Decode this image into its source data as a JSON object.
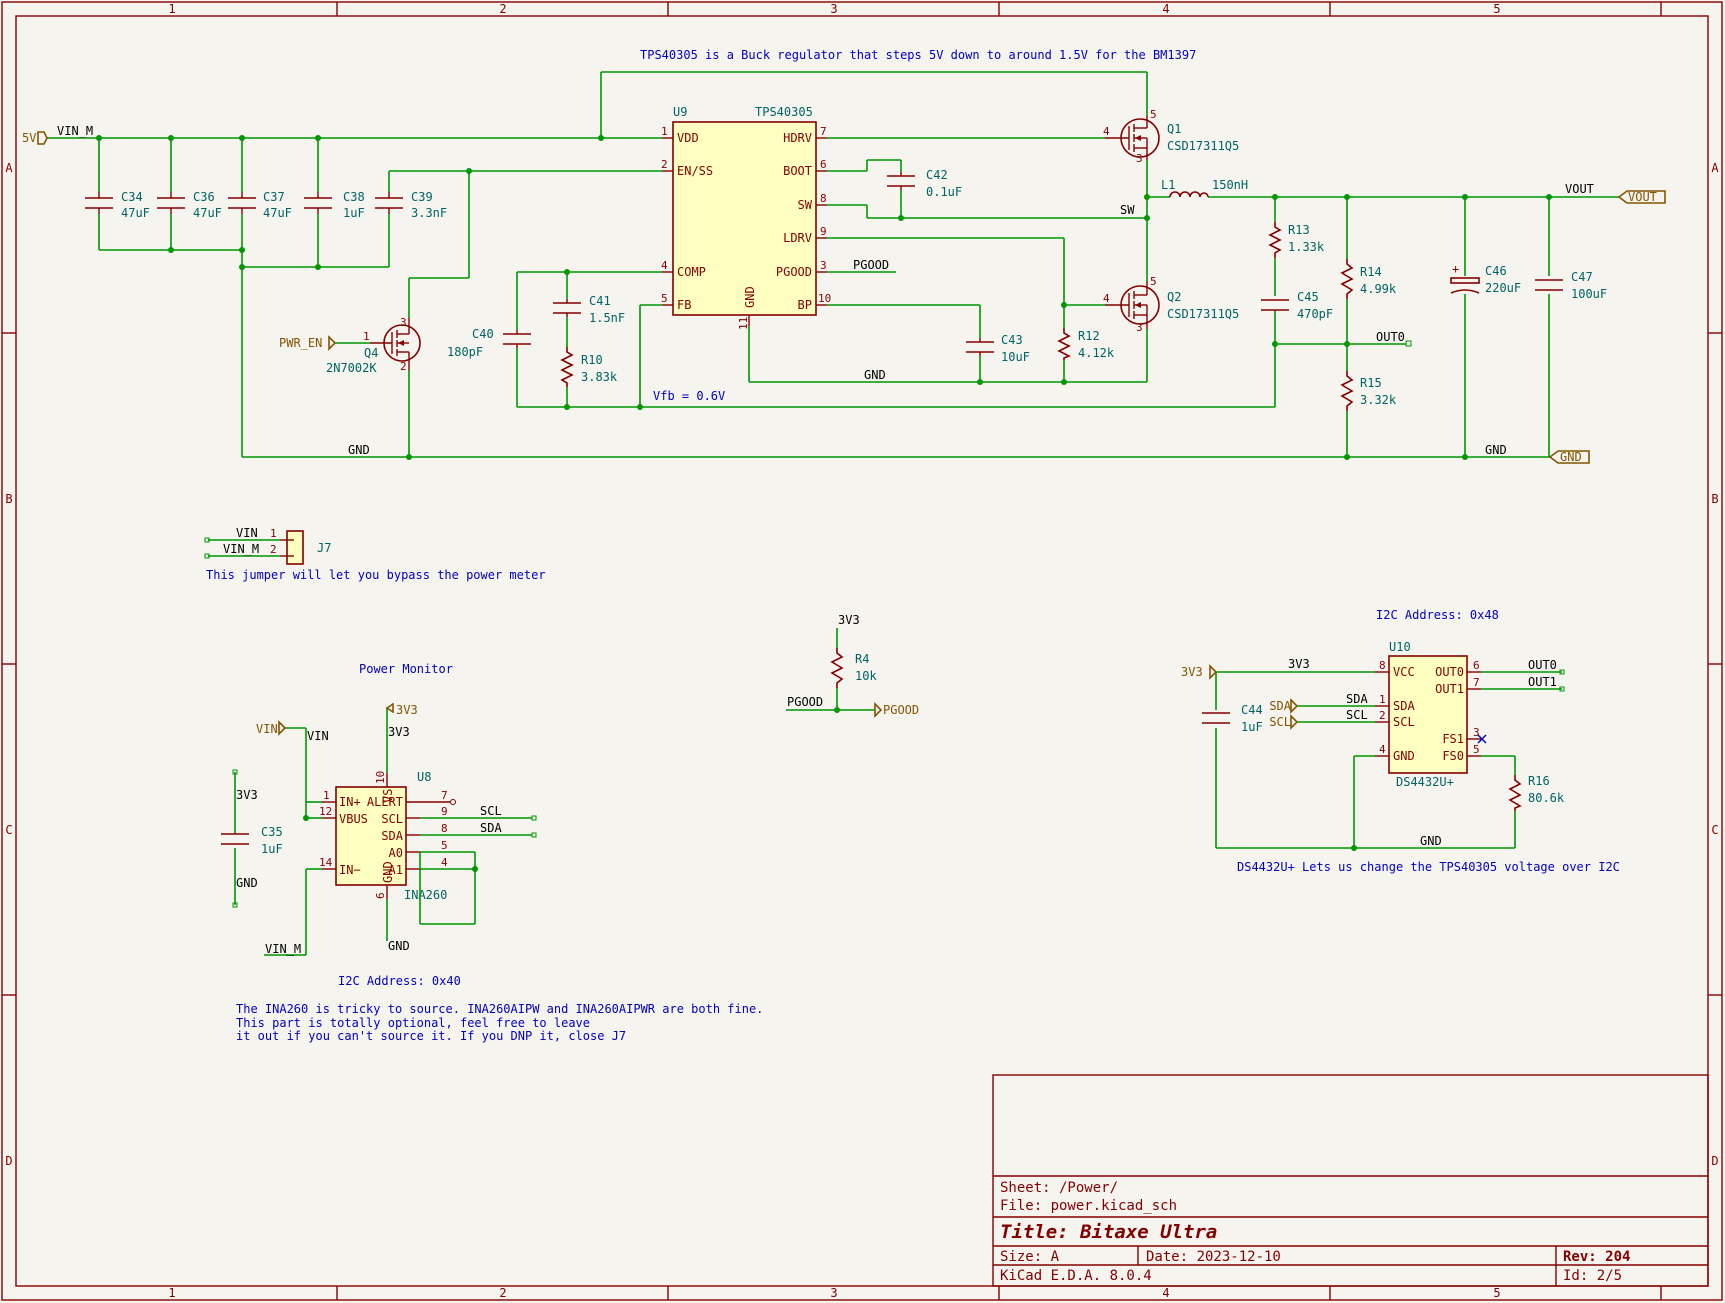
{
  "notes": {
    "buck": "TPS40305 is a Buck regulator that steps 5V down to around 1.5V for the BM1397",
    "vfb": "Vfb = 0.6V",
    "jumper": "This jumper will let you bypass the power meter",
    "power_monitor": "Power Monitor",
    "ina_addr": "I2C Address: 0x40",
    "ina_note1": "The INA260 is tricky to source. INA260AIPW and INA260AIPWR are both fine.",
    "ina_note2": "This part is totally optional, feel free to leave",
    "ina_note3": "it out if you can't source it. If you DNP it, close J7",
    "ds_addr": "I2C Address: 0x48",
    "ds_note": "DS4432U+ Lets us change the TPS40305 voltage over I2C"
  },
  "frame": {
    "cols": [
      "1",
      "2",
      "3",
      "4",
      "5"
    ],
    "rows": [
      "A",
      "B",
      "C",
      "D"
    ]
  },
  "nets": {
    "vin_m": "VIN_M",
    "gnd": "GND",
    "sw": "SW",
    "vout": "VOUT",
    "pgood": "PGOOD",
    "out0": "OUT0",
    "out1": "OUT1",
    "v3v3": "3V3",
    "scl": "SCL",
    "sda": "SDA",
    "vin": "VIN"
  },
  "glabels": {
    "v5": "5V",
    "vout": "VOUT",
    "gnd": "GND",
    "pwr_en": "PWR_EN",
    "pgood": "PGOOD",
    "v3v3": "3V3",
    "vin": "VIN",
    "sda": "SDA",
    "scl": "SCL"
  },
  "u9": {
    "ref": "U9",
    "value": "TPS40305",
    "left_pins": [
      {
        "num": "1",
        "name": "VDD"
      },
      {
        "num": "2",
        "name": "EN/SS"
      },
      {
        "num": "4",
        "name": "COMP"
      },
      {
        "num": "5",
        "name": "FB"
      }
    ],
    "right_pins": [
      {
        "num": "7",
        "name": "HDRV"
      },
      {
        "num": "6",
        "name": "BOOT"
      },
      {
        "num": "8",
        "name": "SW"
      },
      {
        "num": "9",
        "name": "LDRV"
      },
      {
        "num": "3",
        "name": "PGOOD"
      },
      {
        "num": "10",
        "name": "BP"
      }
    ],
    "bottom_pin": {
      "num": "11",
      "name": "GND"
    }
  },
  "u8": {
    "ref": "U8",
    "value": "INA260",
    "left_pins": [
      {
        "num": "1",
        "name": "IN+"
      },
      {
        "num": "12",
        "name": "VBUS"
      },
      {
        "num": "14",
        "name": "IN−"
      }
    ],
    "right_pins": [
      {
        "num": "7",
        "name": "ALERT"
      },
      {
        "num": "9",
        "name": "SCL"
      },
      {
        "num": "8",
        "name": "SDA"
      },
      {
        "num": "5",
        "name": "A0"
      },
      {
        "num": "4",
        "name": "A1"
      }
    ],
    "top_pin": {
      "num": "10",
      "name": "VS"
    },
    "bottom_pin": {
      "num": "6",
      "name": "GND"
    }
  },
  "u10": {
    "ref": "U10",
    "value": "DS4432U+",
    "left_pins": [
      {
        "num": "8",
        "name": "VCC"
      },
      {
        "num": "1",
        "name": "SDA"
      },
      {
        "num": "2",
        "name": "SCL"
      },
      {
        "num": "4",
        "name": "GND"
      }
    ],
    "right_pins": [
      {
        "num": "6",
        "name": "OUT0"
      },
      {
        "num": "7",
        "name": "OUT1"
      },
      {
        "num": "3",
        "name": "FS1"
      },
      {
        "num": "5",
        "name": "FS0"
      }
    ]
  },
  "components": {
    "c34": {
      "ref": "C34",
      "value": "47uF"
    },
    "c36": {
      "ref": "C36",
      "value": "47uF"
    },
    "c37": {
      "ref": "C37",
      "value": "47uF"
    },
    "c38": {
      "ref": "C38",
      "value": "1uF"
    },
    "c39": {
      "ref": "C39",
      "value": "3.3nF"
    },
    "c40": {
      "ref": "C40",
      "value": "180pF"
    },
    "c41": {
      "ref": "C41",
      "value": "1.5nF"
    },
    "r10": {
      "ref": "R10",
      "value": "3.83k"
    },
    "c42": {
      "ref": "C42",
      "value": "0.1uF"
    },
    "c43": {
      "ref": "C43",
      "value": "10uF"
    },
    "r12": {
      "ref": "R12",
      "value": "4.12k"
    },
    "q1": {
      "ref": "Q1",
      "value": "CSD17311Q5",
      "pins": [
        "4",
        "5",
        "3"
      ]
    },
    "q2": {
      "ref": "Q2",
      "value": "CSD17311Q5",
      "pins": [
        "4",
        "5",
        "3"
      ]
    },
    "q4": {
      "ref": "Q4",
      "value": "2N7002K",
      "pins": [
        "1",
        "3",
        "2"
      ]
    },
    "l1": {
      "ref": "L1",
      "value": "150nH"
    },
    "r13": {
      "ref": "R13",
      "value": "1.33k"
    },
    "c45": {
      "ref": "C45",
      "value": "470pF"
    },
    "r14": {
      "ref": "R14",
      "value": "4.99k"
    },
    "r15": {
      "ref": "R15",
      "value": "3.32k"
    },
    "c46": {
      "ref": "C46",
      "value": "220uF"
    },
    "c47": {
      "ref": "C47",
      "value": "100uF"
    },
    "j7": {
      "ref": "J7",
      "pins": [
        "1",
        "2"
      ],
      "nets": [
        "VIN",
        "VIN_M"
      ]
    },
    "r4": {
      "ref": "R4",
      "value": "10k"
    },
    "c35": {
      "ref": "C35",
      "value": "1uF"
    },
    "c44": {
      "ref": "C44",
      "value": "1uF"
    },
    "r16": {
      "ref": "R16",
      "value": "80.6k"
    }
  },
  "title_block": {
    "sheet": "Sheet: /Power/",
    "file": "File: power.kicad_sch",
    "title": "Title: Bitaxe Ultra",
    "size": "Size: A",
    "date": "Date: 2023-12-10",
    "rev": "Rev: 204",
    "tool": "KiCad E.D.A. 8.0.4",
    "id": "Id: 2/5"
  }
}
